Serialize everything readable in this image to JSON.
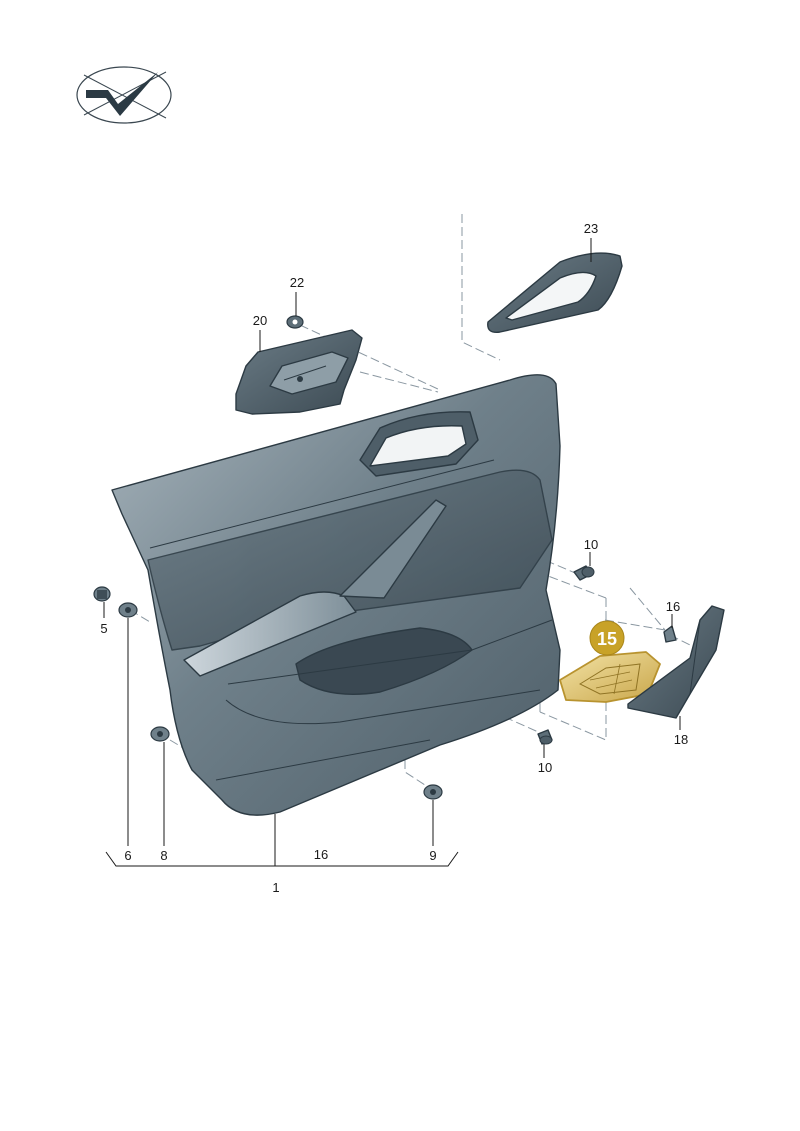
{
  "logo": {
    "icon": "checkmark-logo-icon"
  },
  "highlight": {
    "label": "15",
    "color": "#c8a227"
  },
  "colors": {
    "panel": "#5d6e78",
    "panel_light": "#8a9aa3",
    "panel_dark": "#3f4e57",
    "outline": "#2c3a43"
  },
  "callouts": [
    {
      "id": "23",
      "label": "23"
    },
    {
      "id": "22",
      "label": "22"
    },
    {
      "id": "20",
      "label": "20"
    },
    {
      "id": "10a",
      "label": "10"
    },
    {
      "id": "16a",
      "label": "16"
    },
    {
      "id": "5",
      "label": "5"
    },
    {
      "id": "18",
      "label": "18"
    },
    {
      "id": "10b",
      "label": "10"
    },
    {
      "id": "6",
      "label": "6"
    },
    {
      "id": "8",
      "label": "8"
    },
    {
      "id": "16b",
      "label": "16"
    },
    {
      "id": "9",
      "label": "9"
    },
    {
      "id": "1",
      "label": "1"
    }
  ]
}
